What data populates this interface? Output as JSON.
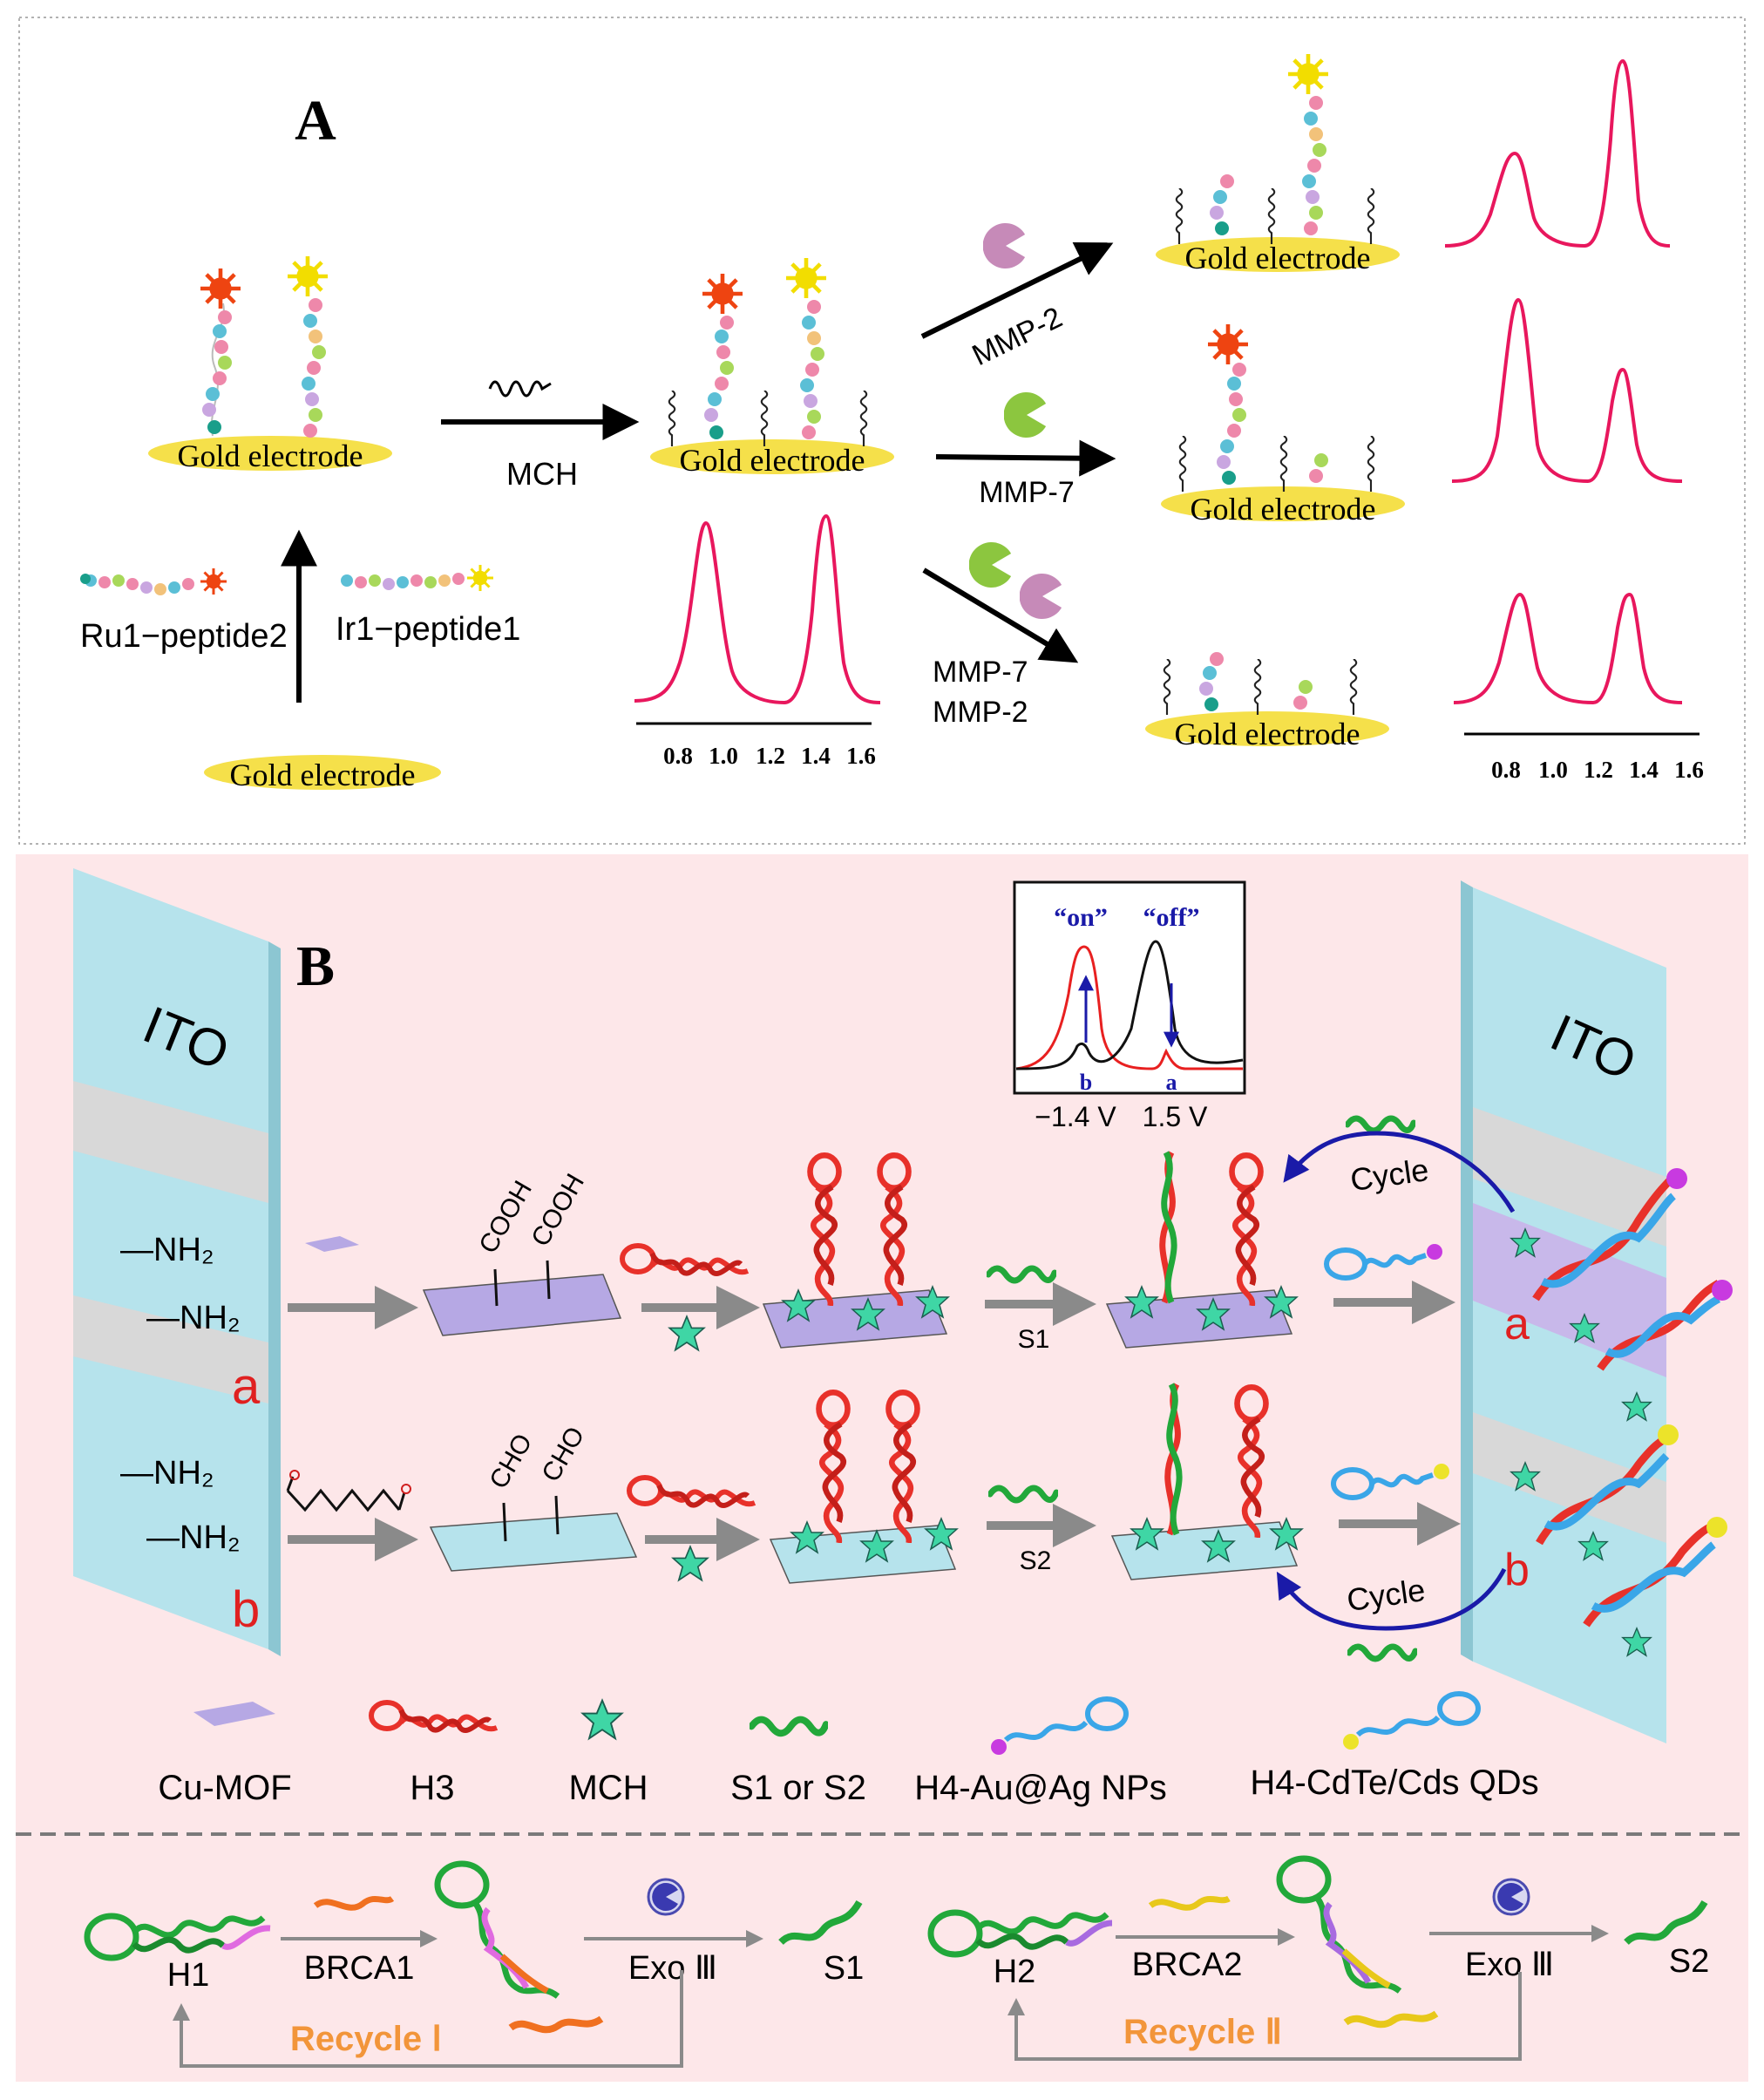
{
  "panel_a": {
    "panel_label": "A",
    "electrode_label": "Gold electrode",
    "ru_label": "Ru1−peptide2",
    "ir_label": "Ir1−peptide1",
    "mch_label": "MCH",
    "mmp2_label": "MMP-2",
    "mmp7_label": "MMP-7",
    "mmp72_line1": "MMP-7",
    "mmp72_line2": "MMP-2",
    "axis_ticks": [
      "0.8",
      "1.0",
      "1.2",
      "1.4",
      "1.6"
    ]
  },
  "panel_b": {
    "panel_label": "B",
    "ito_label": "ITO",
    "nh2": "—NH₂",
    "row_a": "a",
    "row_b": "b",
    "cooh": "COOH",
    "cho": "CHO",
    "s1": "S1",
    "s2": "S2",
    "cycle": "Cycle",
    "inset": {
      "on_label": "“on”",
      "off_label": "“off”",
      "peak_b": "b",
      "peak_a": "a",
      "v_left": "−1.4 V",
      "v_right": "1.5 V"
    },
    "legend": [
      "Cu-MOF",
      "H3",
      "MCH",
      "S1 or S2",
      "H4-Au@Ag NPs",
      "H4-CdTe/Cds QDs"
    ]
  },
  "recycle": {
    "h1": "H1",
    "brca1": "BRCA1",
    "exo": "Exo Ⅲ",
    "s1": "S1",
    "recycle1": "Recycle Ⅰ",
    "h2": "H2",
    "brca2": "BRCA2",
    "s2": "S2",
    "recycle2": "Recycle Ⅱ"
  },
  "colors": {
    "gold": "#f5e04a",
    "ru_star": "#ee4411",
    "ir_star": "#f2dd00",
    "peak": "#e8175d",
    "mmp2": "#c68ab8",
    "mmp7": "#8cc63f",
    "panel_b_bg": "#fde7e9",
    "ito": "#b6e3ec",
    "strand_red": "#e8312a",
    "strand_blue": "#3aa6e8",
    "strand_green": "#22a83a",
    "recycle_text": "#f2953a"
  }
}
